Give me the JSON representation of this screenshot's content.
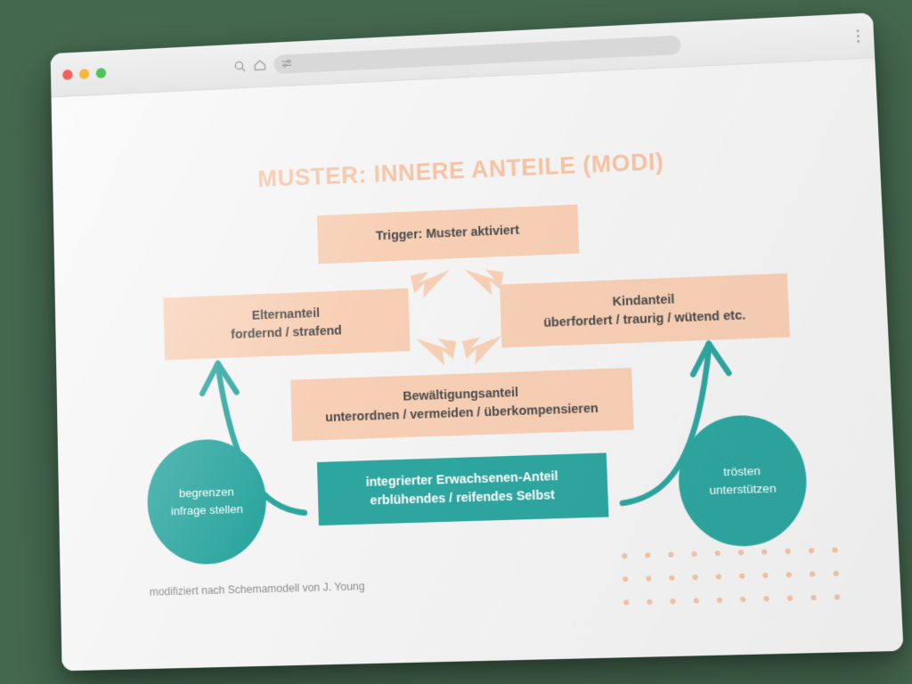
{
  "browser": {
    "traffic_lights": [
      "close",
      "minimize",
      "maximize"
    ],
    "icons": [
      "search-icon",
      "home-icon",
      "reader-settings-icon",
      "kebab-menu-icon"
    ],
    "url_bar_value": "",
    "url_bar_placeholder": ""
  },
  "diagram": {
    "title": "MUSTER: INNERE ANTEILE (MODI)",
    "footnote": "modifiziert nach Schemamodell von J. Young",
    "nodes": {
      "trigger": {
        "line1": "Trigger: Muster aktiviert",
        "line2": ""
      },
      "eltern": {
        "line1": "Elternanteil",
        "line2": "fordernd / strafend"
      },
      "kind": {
        "line1": "Kindanteil",
        "line2": "überfordert / traurig / wütend etc."
      },
      "bewaeltigung": {
        "line1": "Bewältigungsanteil",
        "line2": "unterordnen / vermeiden / überkompensieren"
      },
      "erwachsen": {
        "line1": "integrierter Erwachsenen-Anteil",
        "line2": "erblühendes / reifendes Selbst"
      },
      "left_circle": {
        "line1": "begrenzen",
        "line2": "infrage stellen"
      },
      "right_circle": {
        "line1": "trösten",
        "line2": "unterstützen"
      }
    },
    "colors": {
      "peach": "#f7cfb5",
      "peach_title": "#f6c3a4",
      "teal": "#2ea6a0",
      "text_dark": "#4a4a4a",
      "text_light": "#ffffff",
      "footnote_gray": "#8d8d8d",
      "page_bg": "#f4f4f4",
      "backdrop": "#44684e"
    },
    "dot_grid": {
      "columns": 10,
      "rows": 3
    },
    "arrows": {
      "peach_count": 4,
      "teal_count": 2,
      "peach_description": "four short peach arrows forming a cycle between Trigger, Elternanteil, Kindanteil and Bewältigungsanteil",
      "teal_description": "two curved teal arrows rising from the integrierter Erwachsenen-Anteil box toward Elternanteil (left) and Kindanteil (right)"
    }
  }
}
